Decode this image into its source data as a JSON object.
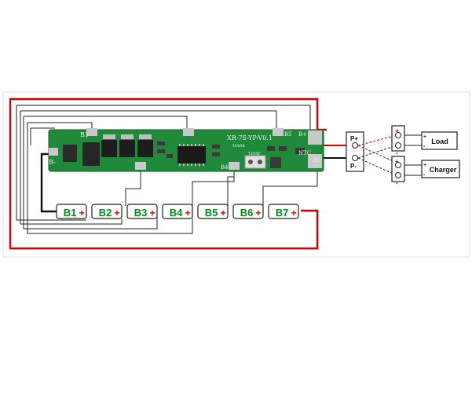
{
  "board": {
    "model": "XR-7S-YP-V0.1",
    "pads": {
      "b1": "B1",
      "b_minus": "B-",
      "b4": "B4",
      "b5": "B5",
      "b6": "B6",
      "b_plus": "B+",
      "ntc": "NTC",
      "temp": "TEMP",
      "mark": "MARK"
    }
  },
  "cells": [
    {
      "label": "B1",
      "polarity": "+"
    },
    {
      "label": "B2",
      "polarity": "+"
    },
    {
      "label": "B3",
      "polarity": "+"
    },
    {
      "label": "B4",
      "polarity": "+"
    },
    {
      "label": "B5",
      "polarity": "+"
    },
    {
      "label": "B6",
      "polarity": "+"
    },
    {
      "label": "B7",
      "polarity": "+"
    }
  ],
  "output_terminals": {
    "p_plus": "P+",
    "p_minus": "P-"
  },
  "devices": [
    {
      "label": "Load",
      "plus": "+",
      "minus": "-"
    },
    {
      "label": "Charger",
      "plus": "+",
      "minus": "-"
    }
  ],
  "colors": {
    "pcb": "#1f8a3a",
    "positive_wire": "#d40000",
    "negative_wire": "#111111",
    "cell_text": "#0a8a1e"
  }
}
